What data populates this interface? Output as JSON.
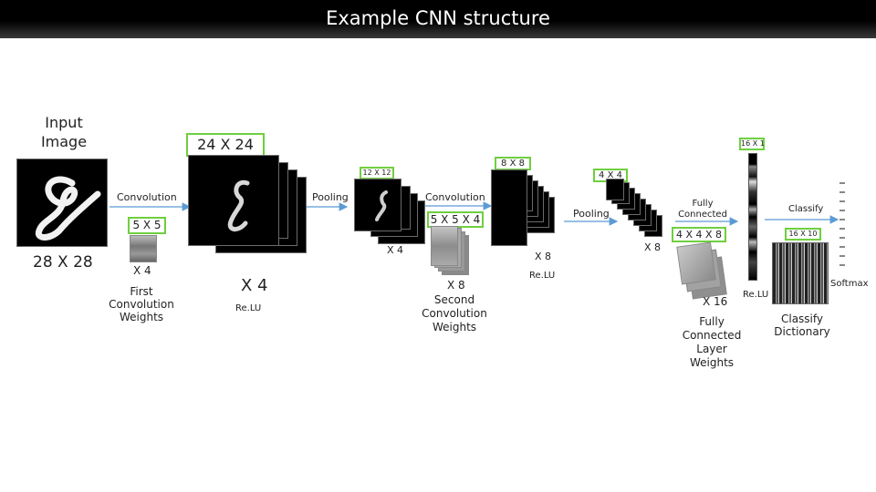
{
  "title": "Example CNN structure",
  "input": {
    "label": "Input Image",
    "size": "28 X 28"
  },
  "conv1": {
    "label": "Convolution",
    "kernel": "5 X 5",
    "count": "X 4",
    "weights_label": "First Convolution Weights"
  },
  "layer1": {
    "size": "24 X 24",
    "count": "X 4",
    "relu": "Re.LU"
  },
  "pool1": {
    "label": "Pooling",
    "size": "12 X 12",
    "count": "X 4"
  },
  "conv2": {
    "label": "Convolution",
    "kernel": "5 X 5 X 4",
    "count": "X 8",
    "weights_label": "Second Convolution Weights"
  },
  "layer2": {
    "size": "8 X 8",
    "count": "X 8",
    "relu": "Re.LU"
  },
  "pool2": {
    "label": "Pooling",
    "size": "4 X 4",
    "count": "X 8"
  },
  "fc": {
    "label": "Fully Connected",
    "size": "4 X 4 X 8",
    "count": "X 16",
    "weights_label": "Fully Connected Layer Weights"
  },
  "fc_out": {
    "size": "16 X 1",
    "relu": "Re.LU"
  },
  "classify": {
    "label": "Classify",
    "size": "16 X 10",
    "softmax": "Softmax",
    "dictionary_label": "Classify Dictionary"
  },
  "colors": {
    "highlight_border": "#6fcf3f",
    "arrow": "#5b9bd5",
    "title_bar": "#000000",
    "title_text": "#ffffff"
  }
}
